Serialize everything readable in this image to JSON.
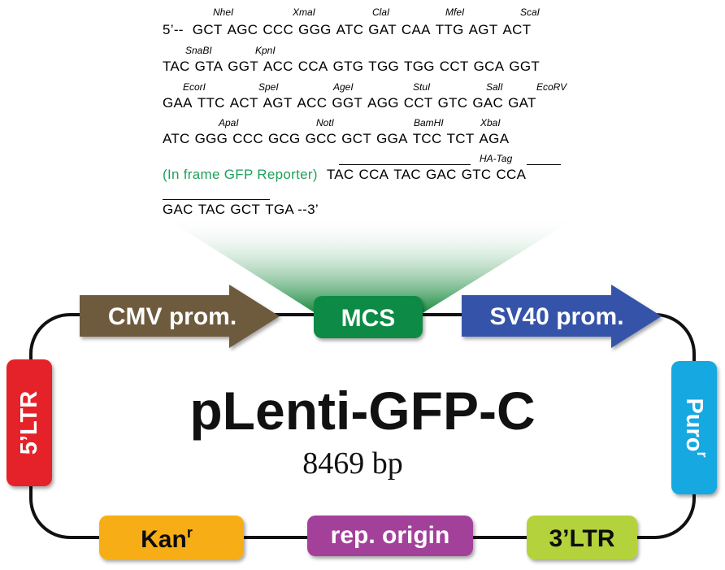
{
  "sequence": {
    "rows": [
      {
        "prefix": "5’--",
        "codons": [
          "GCT",
          "AGC",
          "CCC",
          "GGG",
          "ATC",
          "GAT",
          "CAA",
          "TTG",
          "AGT",
          "ACT"
        ],
        "suffix": ""
      },
      {
        "prefix": "",
        "codons": [
          "TAC",
          "GTA",
          "GGT",
          "ACC",
          "CCA",
          "GTG",
          "TGG",
          "TGG",
          "CCT",
          "GCA",
          "GGT"
        ],
        "suffix": ""
      },
      {
        "prefix": "",
        "codons": [
          "GAA",
          "TTC",
          "ACT",
          "AGT",
          "ACC",
          "GGT",
          "AGG",
          "CCT",
          "GTC",
          "GAC",
          "GAT"
        ],
        "suffix": ""
      },
      {
        "prefix": "",
        "codons": [
          "ATC",
          "GGG",
          "CCC",
          "GCG",
          "GCC",
          "GCT",
          "GGA",
          "TCC",
          "TCT",
          "AGA"
        ],
        "suffix": ""
      },
      {
        "prefix": "",
        "codons": [
          "TAC",
          "CCA",
          "TAC",
          "GAC",
          "GTC",
          "CCA"
        ],
        "suffix": ""
      },
      {
        "prefix": "",
        "codons": [
          "GAC",
          "TAC",
          "GCT",
          "TGA"
        ],
        "suffix": "--3’"
      }
    ],
    "enzymes": {
      "row1": [
        "NheI",
        "XmaI",
        "ClaI",
        "MfeI",
        "ScaI"
      ],
      "row2": [
        "SnaBI",
        "KpnI"
      ],
      "row3": [
        "EcorI",
        "SpeI",
        "AgeI",
        "StuI",
        "SalI",
        "EcoRV"
      ],
      "row4": [
        "ApaI",
        "NotI",
        "BamHI",
        "XbaI"
      ]
    },
    "gfp_open": "(",
    "gfp_text": "In frame GFP Reporter",
    "gfp_close": ")",
    "tag_label": "HA-Tag"
  },
  "plasmid": {
    "name": "pLenti-GFP-C",
    "size": "8469 bp",
    "features": {
      "cmv": "CMV prom.",
      "mcs": "MCS",
      "sv40": "SV40 prom.",
      "ltr5": "5’LTR",
      "puro": "Puro",
      "puro_sup": "r",
      "kan": "Kan",
      "kan_sup": "r",
      "rep": "rep. origin",
      "ltr3": "3’LTR"
    }
  },
  "colors": {
    "cmv": "#6e5a3e",
    "mcs": "#0f8a44",
    "sv40": "#3552a8",
    "ltr5": "#e5242c",
    "puro": "#13a8e0",
    "kan": "#f7ae15",
    "rep": "#a3409a",
    "ltr3": "#b4d23a",
    "fan": "#1a8a3e"
  }
}
